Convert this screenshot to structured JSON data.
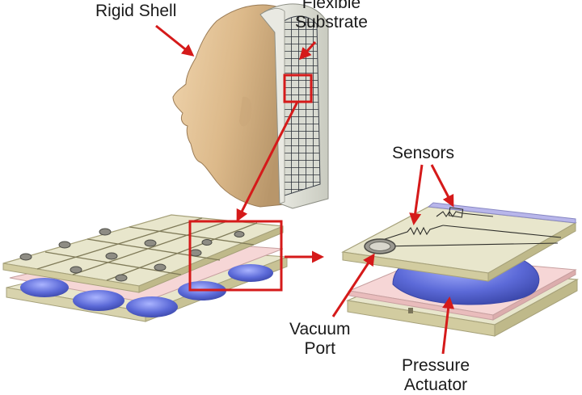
{
  "labels": {
    "rigid_shell": "Rigid Shell",
    "flexible_substrate_line1": "Flexible",
    "flexible_substrate_line2": "Substrate",
    "sensors": "Sensors",
    "vacuum_port_line1": "Vacuum",
    "vacuum_port_line2": "Port",
    "pressure_actuator_line1": "Pressure",
    "pressure_actuator_line2": "Actuator"
  },
  "colors": {
    "skin": "#e0c095",
    "substrate": "#e6e8dc",
    "mesh": "#2a2f38",
    "board": "#e8e6cc",
    "board_edge": "#a6a17a",
    "pink_layer": "#f6d6d6",
    "bladder": "#5a68d6",
    "arrow": "#d51a1a"
  }
}
